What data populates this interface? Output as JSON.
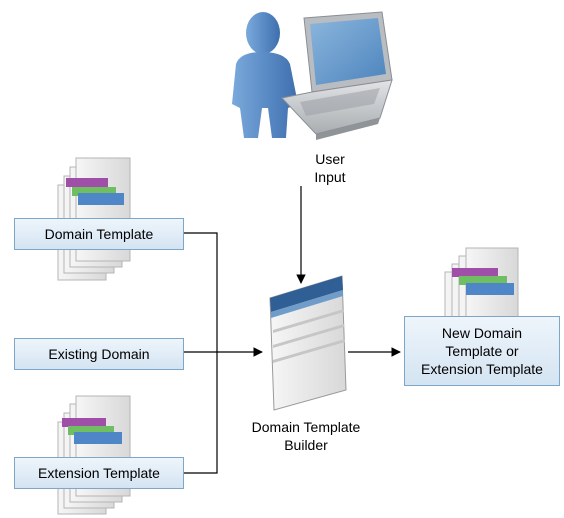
{
  "diagram": {
    "user_input_label_line1": "User",
    "user_input_label_line2": "Input",
    "domain_template_label": "Domain Template",
    "existing_domain_label": "Existing Domain",
    "extension_template_label": "Extension Template",
    "builder_label_line1": "Domain Template",
    "builder_label_line2": "Builder",
    "output_label_line1": "New Domain",
    "output_label_line2": "Template or",
    "output_label_line3": "Extension Template"
  },
  "colors": {
    "box_border": "#7ea6c8",
    "box_fill": "#dce9f5",
    "connector": "#000000",
    "person": "#4a7fc1",
    "laptop_body": "#c8ccd0",
    "laptop_screen": "#5f95c8",
    "doc_stripe_purple": "#a04fa8",
    "doc_stripe_green": "#6fbf62",
    "doc_stripe_blue": "#4f86c8"
  }
}
